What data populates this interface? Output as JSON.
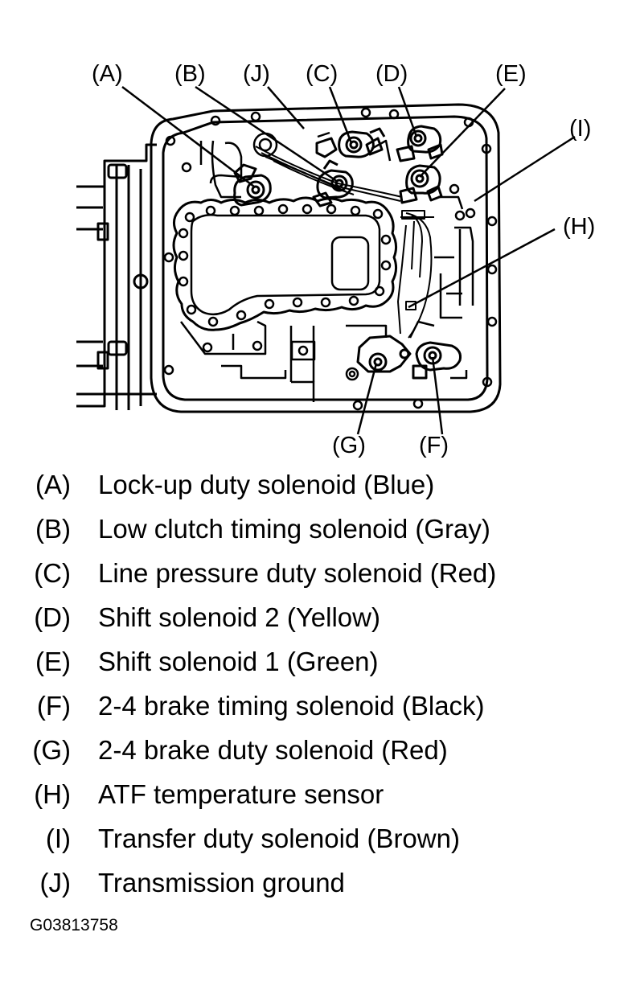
{
  "diagram": {
    "callouts": [
      "(A)",
      "(B)",
      "(J)",
      "(C)",
      "(D)",
      "(E)",
      "(I)",
      "(H)",
      "(G)",
      "(F)"
    ]
  },
  "legend": [
    {
      "key": "(A)",
      "text": "Lock-up duty solenoid (Blue)"
    },
    {
      "key": "(B)",
      "text": "Low clutch timing solenoid (Gray)"
    },
    {
      "key": "(C)",
      "text": "Line pressure duty solenoid (Red)"
    },
    {
      "key": "(D)",
      "text": "Shift solenoid 2 (Yellow)"
    },
    {
      "key": "(E)",
      "text": "Shift solenoid 1 (Green)"
    },
    {
      "key": "(F)",
      "text": "2-4 brake timing solenoid (Black)"
    },
    {
      "key": "(G)",
      "text": "2-4 brake duty solenoid (Red)"
    },
    {
      "key": "(H)",
      "text": "ATF temperature sensor"
    },
    {
      "key": "(I)",
      "text": "Transfer duty solenoid (Brown)"
    },
    {
      "key": "(J)",
      "text": "Transmission ground"
    }
  ],
  "figure_id": "G03813758"
}
